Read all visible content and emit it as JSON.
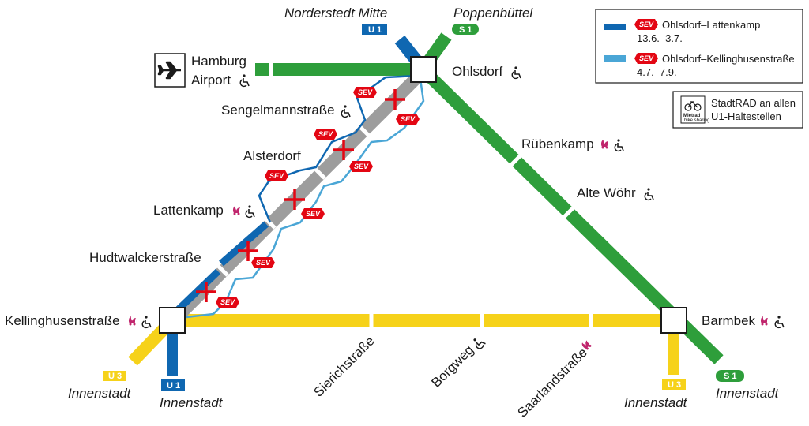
{
  "colors": {
    "s1": "#2e9e3b",
    "u3": "#f6d21a",
    "u1": "#0f67b1",
    "u1_light": "#4aa6d6",
    "sev": "#e30613",
    "closed": "#9d9d9d",
    "stadtrad": "#c0266d"
  },
  "badges": {
    "u1_top": "U 1",
    "s1_top": "S 1",
    "u3_left": "U 3",
    "u1_bottom": "U 1",
    "u3_right": "U 3",
    "s1_right": "S 1"
  },
  "terminals": {
    "norderstedt": "Norderstedt Mitte",
    "poppenbuettel": "Poppenbüttel",
    "innenstadt_u3_left": "Innenstadt",
    "innenstadt_u1": "Innenstadt",
    "innenstadt_u3_right": "Innenstadt",
    "innenstadt_s1": "Innenstadt"
  },
  "stations": {
    "airport_line1": "Hamburg",
    "airport_line2": "Airport",
    "ohlsdorf": "Ohlsdorf",
    "ruebenkamp": "Rübenkamp",
    "alte_woehr": "Alte Wöhr",
    "barmbek": "Barmbek",
    "sengelmannstrasse": "Sengelmannstraße",
    "alsterdorf": "Alsterdorf",
    "lattenkamp": "Lattenkamp",
    "hudtwalckerstrasse": "Hudtwalckerstraße",
    "kellinghusenstrasse": "Kellinghusenstraße",
    "sierichstrasse": "Sierichstraße",
    "borgweg": "Borgweg",
    "saarlandstrasse": "Saarlandstraße"
  },
  "sev_label": "SEV",
  "legend": {
    "item1_line1": "Ohlsdorf–Lattenkamp",
    "item1_line2": "13.6.–3.7.",
    "item2_line1": "Ohlsdorf–Kellinghusenstraße",
    "item2_line2": "4.7.–7.9."
  },
  "stadtrad": {
    "line1": "StadtRAD an allen",
    "line2": "U1-Haltestellen",
    "logo_word": "Mietrad",
    "logo_sub": "bike sharing"
  },
  "icons": [
    "airplane-icon",
    "wheelchair-icon",
    "stadtrad-icon",
    "bicycle-icon",
    "sev-bus-icon",
    "closure-cross-icon"
  ]
}
